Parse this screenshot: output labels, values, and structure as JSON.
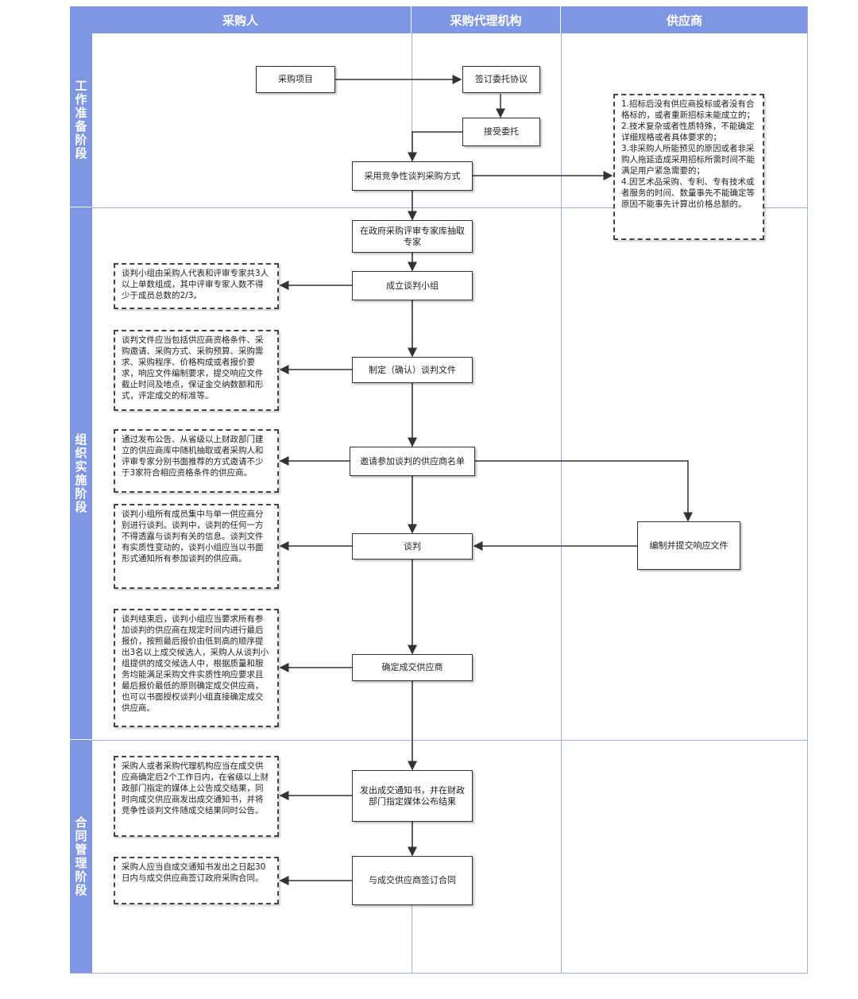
{
  "headers": [
    "采购人",
    "采购代理机构",
    "供应商"
  ],
  "phases": [
    "工作准备阶段",
    "组织实施阶段",
    "合同管理阶段"
  ],
  "boxes": {
    "purchase_project": "采购项目",
    "sign_agreement": "签订委托协议",
    "accept_commission": "接受委托",
    "adopt_method": "采用竞争性谈判采购方式",
    "draw_experts": "在政府采购评审专家库抽取专家",
    "form_team": "成立谈判小组",
    "prepare_docs": "制定（确认）谈判文件",
    "invite_suppliers": "邀请参加谈判的供应商名单",
    "negotiation": "谈判",
    "submit_response": "编制并提交响应文件",
    "confirm_supplier": "确定成交供应商",
    "issue_notice": "发出成交通知书，并在财政部门指定媒体公布结果",
    "sign_contract": "与成交供应商签订合同"
  },
  "notes": {
    "conditions": "1.招标后没有供应商投标或者没有合格标的，或者重新招标未能成立的；\n2.技术复杂或者性质特殊，不能确定详细规格或者具体要求的；\n3.非采购人所能预见的原因或者非采购人拖延造成采用招标所需时间不能满足用户紧急需要的；\n4.因艺术品采购、专利、专有技术或者服务的时间、数量事先不能确定等原因不能事先计算出价格总额的。",
    "team": "谈判小组由采购人代表和评审专家共3人以上单数组成，其中评审专家人数不得少于成员总数的2/3。",
    "docs": "谈判文件应当包括供应商资格条件、采购邀请、采购方式、采购预算、采购需求、采购程序、价格构成或者报价要求，响应文件编制要求，提交响应文件截止时间及地点，保证金交纳数额和形式，评定成交的标准等。",
    "invite": "通过发布公告、从省级以上财政部门建立的供应商库中随机抽取或者采购人和评审专家分别书面推荐的方式邀请不少于3家符合相应资格条件的供应商。",
    "negotiate": "谈判小组所有成员集中与单一供应商分别进行谈判。谈判中，谈判的任何一方不得透露与谈判有关的信息。谈判文件有实质性变动的，谈判小组应当以书面形式通知所有参加谈判的供应商。",
    "confirm": "谈判结束后，谈判小组应当要求所有参加谈判的供应商在规定时间内进行最后报价，按照最后报价由低到高的顺序提出3名以上成交候选人，采购人从谈判小组提供的成交候选人中，根据质量和服务均能满足采购文件实质性响应要求且最后报价最低的原则确定成交供应商，也可以书面授权谈判小组直接确定成交供应商。",
    "notice": "采购人或者采购代理机构应当在成交供应商确定后2个工作日内，在省级以上财政部门指定的媒体上公告成交结果，同时向成交供应商发出成交通知书，并将竞争性谈判文件随成交结果同时公告。",
    "contract": "采购人应当自成交通知书发出之日起30日内与成交供应商签订政府采购合同。"
  },
  "colors": {
    "header_bg": "#7f97e2",
    "grid_line": "#9fb3e8",
    "box_border": "#333333"
  }
}
